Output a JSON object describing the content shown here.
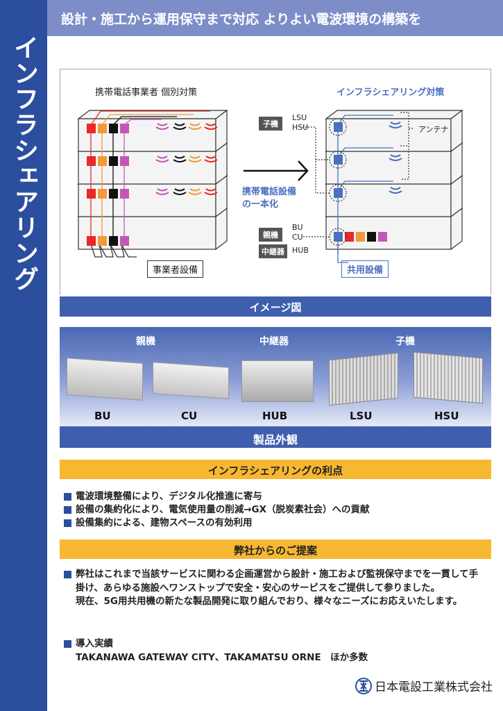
{
  "sidebar": {
    "title": "インフラシェアリング"
  },
  "header": {
    "tagline": "設計・施工から運用保守まで対応 よりよい電波環境の構築を"
  },
  "diagram": {
    "left_title": "携帯電話事業者 個別対策",
    "right_title": "インフラシェアリング対策",
    "arrow_label_1": "携帯電話設備",
    "arrow_label_2": "の一本化",
    "carrier_equipment": "事業者設備",
    "shared_equipment": "共用設備",
    "child_tag": "子機",
    "child_units_1": "LSU",
    "child_units_2": "HSU",
    "antenna": "アンテナ",
    "parent_tag": "親機",
    "parent_units_1": "BU",
    "parent_units_2": "CU",
    "relay_tag": "中継器",
    "relay_unit": "HUB",
    "colors": {
      "red": "#e8282b",
      "orange": "#f29a3a",
      "black": "#111111",
      "magenta": "#c457b5",
      "blue": "#4a70c0"
    }
  },
  "image_caption": "イメージ図",
  "products": {
    "groups": [
      "親機",
      "中継器",
      "子機"
    ],
    "items": [
      "BU",
      "CU",
      "HUB",
      "LSU",
      "HSU"
    ],
    "caption": "製品外観"
  },
  "benefits": {
    "title": "インフラシェアリングの利点",
    "items": [
      "電波環境整備により、デジタル化推進に寄与",
      "設備の集約化により、電気使用量の削減→GX（脱炭素社会）への貢献",
      "設備集約による、建物スペースの有効利用"
    ]
  },
  "proposal": {
    "title": "弊社からのご提案",
    "p1": "弊社はこれまで当該サービスに関わる企画運営から設計・施工および監視保守までを一貫して手掛け、あらゆる施設へワンストップで安全・安心のサービスをご提供して参りました。",
    "p2": "現在、5G用共用機の新たな製品開発に取り組んでおり、様々なニーズにお応えいたします。",
    "record_title": "導入実績",
    "record_text": "TAKANAWA GATEWAY CITY、TAKAMATSU ORNE　ほか多数"
  },
  "footer": {
    "company": "日本電設工業株式会社"
  }
}
